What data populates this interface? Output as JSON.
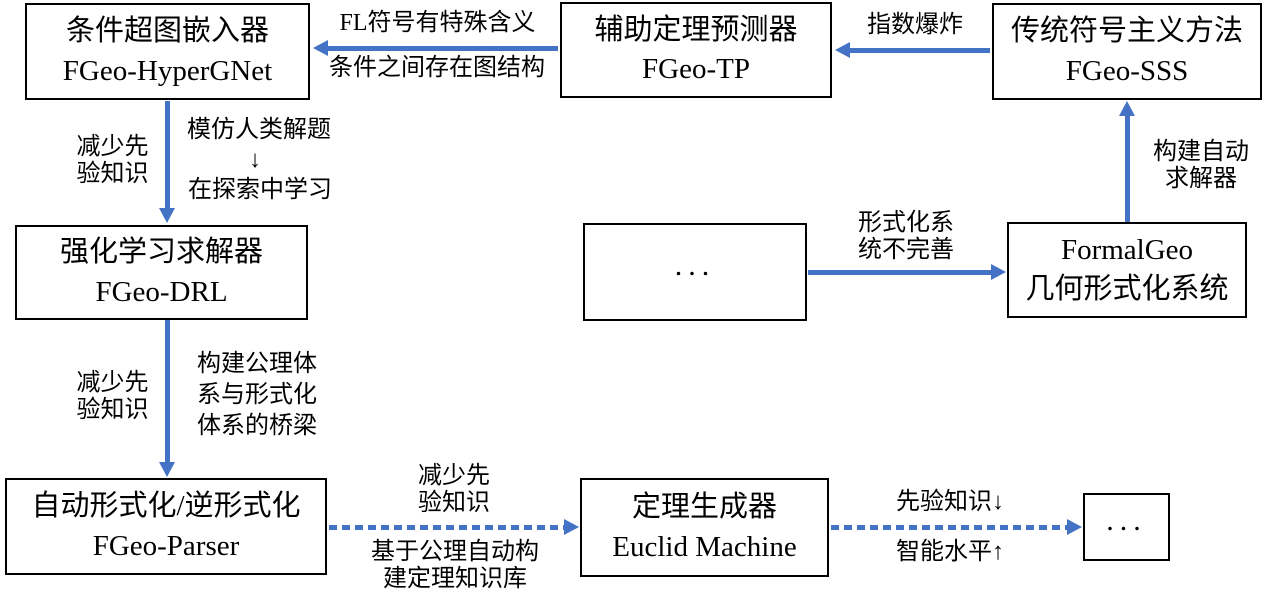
{
  "colors": {
    "arrow_blue": "#4472C4",
    "box_border": "#000000",
    "text": "#000000",
    "background": "#ffffff"
  },
  "boxes": [
    {
      "id": "hypergnet",
      "title": "条件超图嵌入器",
      "subtitle": "FGeo-HyperGNet"
    },
    {
      "id": "tp",
      "title": "辅助定理预测器",
      "subtitle": "FGeo-TP"
    },
    {
      "id": "sss",
      "title": "传统符号主义方法",
      "subtitle": "FGeo-SSS"
    },
    {
      "id": "drl",
      "title": "强化学习求解器",
      "subtitle": "FGeo-DRL"
    },
    {
      "id": "mid-ellipsis",
      "title": "...",
      "subtitle": ""
    },
    {
      "id": "formalgeo",
      "title": "FormalGeo",
      "subtitle": "几何形式化系统"
    },
    {
      "id": "parser",
      "title": "自动形式化/逆形式化",
      "subtitle": "FGeo-Parser"
    },
    {
      "id": "euclid",
      "title": "定理生成器",
      "subtitle": "Euclid Machine"
    },
    {
      "id": "end-ellipsis",
      "title": "...",
      "subtitle": ""
    }
  ],
  "labels": {
    "fl_symbols": "FL符号有特殊含义",
    "graph_structure": "条件之间存在图结构",
    "exponential_explosion": "指数爆炸",
    "reduce_prior_knowledge_1": "减少先\n验知识",
    "imitate_human": "模仿人类解题",
    "small_down_arrow": "↓",
    "learn_in_exploration": "在探索中学习",
    "reduce_prior_knowledge_2": "减少先\n验知识",
    "axiom_bridge": "构建公理体\n系与形式化\n体系的桥梁",
    "formal_system_imperfect": "形式化系\n统不完善",
    "build_auto_solver": "构建自动\n求解器",
    "reduce_prior_knowledge_3": "减少先\n验知识",
    "build_theorem_kb": "基于公理自动构\n建定理知识库",
    "prior_knowledge_down": "先验知识↓",
    "intelligence_up": "智能水平↑"
  }
}
